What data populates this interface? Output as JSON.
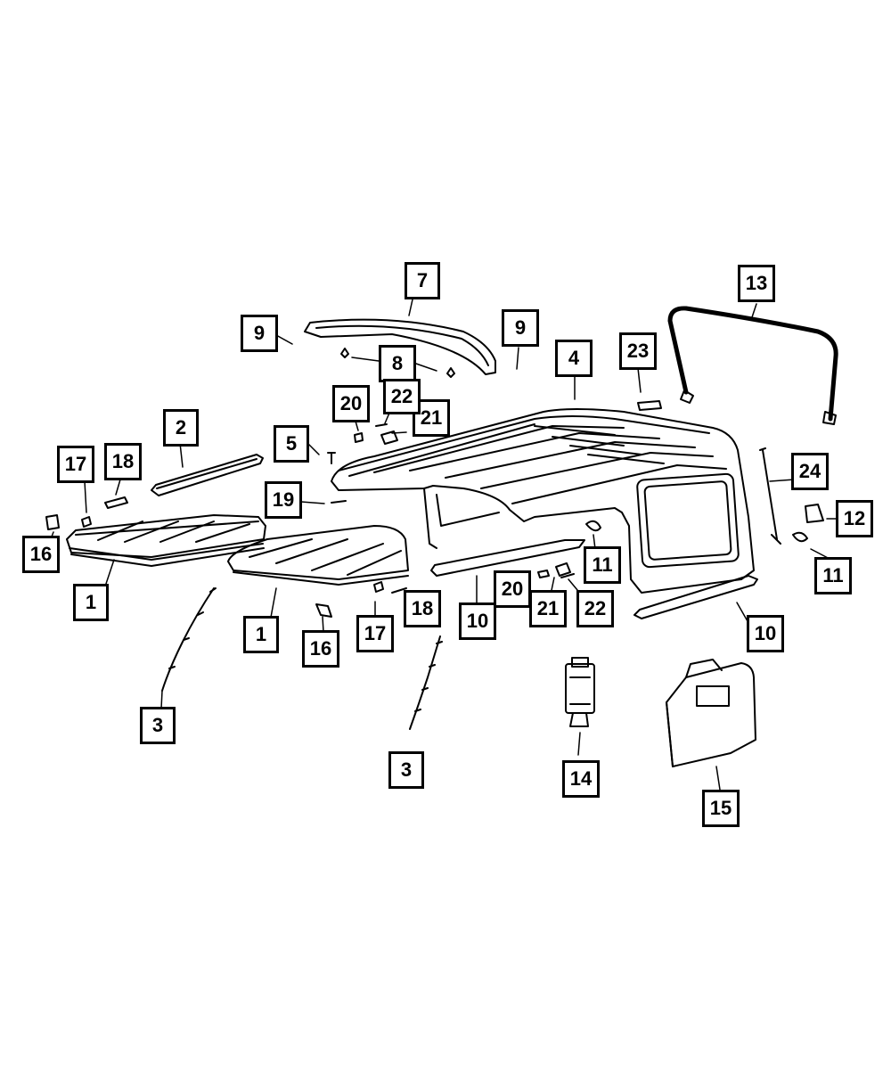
{
  "callouts": {
    "c1a": "1",
    "c1b": "1",
    "c2": "2",
    "c3a": "3",
    "c3b": "3",
    "c4": "4",
    "c5": "5",
    "c7": "7",
    "c8": "8",
    "c9a": "9",
    "c9b": "9",
    "c10a": "10",
    "c10b": "10",
    "c11a": "11",
    "c11b": "11",
    "c12": "12",
    "c13": "13",
    "c14": "14",
    "c15": "15",
    "c16a": "16",
    "c16b": "16",
    "c17a": "17",
    "c17b": "17",
    "c18a": "18",
    "c18b": "18",
    "c19": "19",
    "c20a": "20",
    "c20b": "20",
    "c21a": "21",
    "c21b": "21",
    "c22a": "22",
    "c22b": "22",
    "c23": "23",
    "c24": "24"
  }
}
